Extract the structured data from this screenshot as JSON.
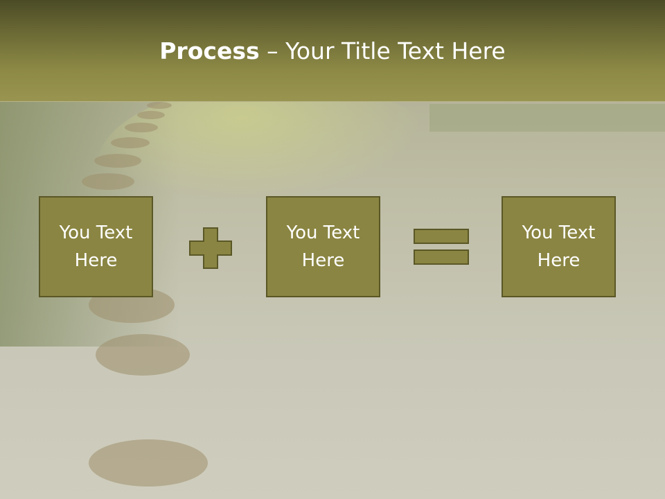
{
  "slide": {
    "title_bold": "Process",
    "title_rest": " – Your Title Text Here",
    "boxes": [
      {
        "line1": "You Text",
        "line2": "Here"
      },
      {
        "line1": "You Text",
        "line2": "Here"
      },
      {
        "line1": "You Text",
        "line2": "Here"
      }
    ],
    "operators": [
      "plus-icon",
      "equals-icon"
    ]
  },
  "colors": {
    "header_top": "#4b4b26",
    "header_bottom": "#999551",
    "box_fill": "#8a8542",
    "box_border": "#5a5726",
    "text": "#ffffff",
    "background": "#c9c8b6"
  }
}
